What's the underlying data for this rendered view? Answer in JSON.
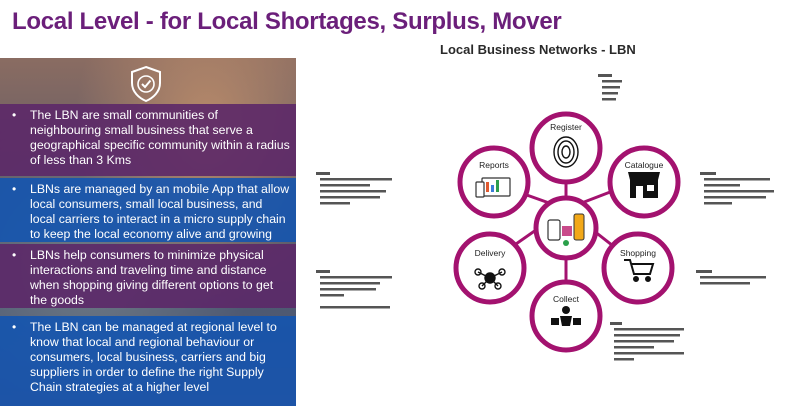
{
  "title": "Local Level - for Local Shortages, Surplus, Mover",
  "subtitle": "Local Business Networks - LBN",
  "colors": {
    "title": "#6b1f7a",
    "ring": "#a3126f",
    "purple_block": "#5c2868",
    "blue_block": "#1254b0"
  },
  "icons": [
    "shield-check-icon",
    "fingerprint-icon",
    "store-icon",
    "cart-icon",
    "collect-icon",
    "delivery-icon",
    "reports-icon",
    "hub-devices-icon"
  ],
  "bullets": [
    "The LBN are small communities of neighbouring small business that serve a geographical specific community within a radius of less than 3 Kms",
    "LBNs are managed by an mobile App that allow local consumers, small local business, and local carriers to interact in a micro supply chain to keep the local economy alive and growing",
    "LBNs help consumers to minimize physical interactions and traveling time and distance when shopping giving different options to get the goods",
    "The LBN can be managed at regional level to know that local and regional behaviour or consumers, local business, carriers and big suppliers in order to define the right Supply Chain strategies at a higher level"
  ],
  "nodes": {
    "register": "Register",
    "catalogue": "Catalogue",
    "shopping": "Shopping",
    "collect": "Collect",
    "delivery": "Delivery",
    "reports": "Reports"
  }
}
